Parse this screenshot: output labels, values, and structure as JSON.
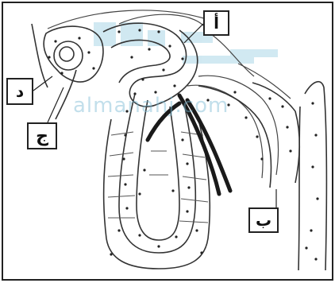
{
  "labels": {
    "a": "أ",
    "b": "ب",
    "j": "ج",
    "d": "د"
  },
  "watermark": {
    "text": "almanahj.com"
  }
}
